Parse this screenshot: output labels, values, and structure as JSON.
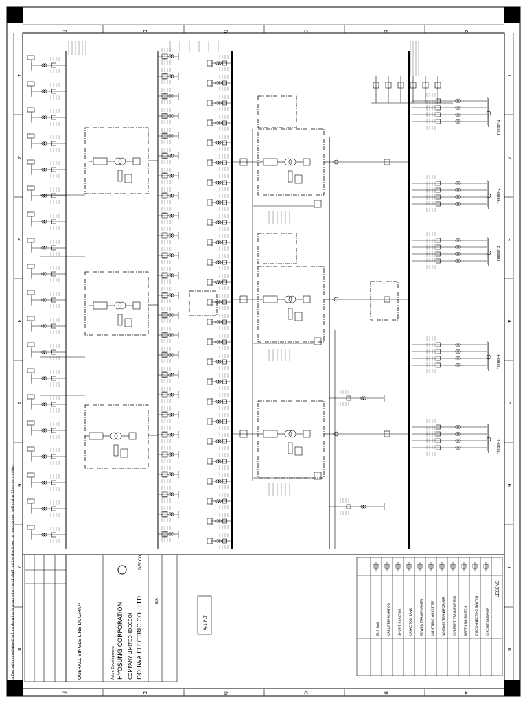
{
  "title_block": {
    "company_1": "DOHWA ELECTRIC CO., LTD",
    "company_2": "HYOSUNG CORPORATION",
    "company_3": "COMPANY LIMITED (DECCO)",
    "company_4": "Asian Development",
    "drawing_title": "OVERALL SINGLE LINE DIAGRAM",
    "scale": "N/A",
    "sheet_code": "A-1 PLT",
    "logo_text": "DECCO"
  },
  "frame": {
    "zones_top": [
      "F",
      "E",
      "D",
      "C",
      "B",
      "A"
    ],
    "zones_side": [
      "1",
      "2",
      "3",
      "4",
      "5",
      "6",
      "7",
      "8"
    ]
  },
  "legend": {
    "header": "LEGEND",
    "rows": [
      "CIRCUIT BREAKER",
      "DISCONNECTING SWITCH",
      "EARTHING SWITCH",
      "CURRENT TRANSFORMER",
      "VOLTAGE TRANSFORMER",
      "LIGHTNING ARRESTER",
      "POWER TRANSFORMER",
      "CAPACITOR BANK",
      "SHUNT REACTOR",
      "CABLE TERMINATION",
      "BUS BAR"
    ]
  },
  "side_note": "The information contained in this drawing is proprietary and shall not be disclosed or reproduced without written permission",
  "feeders": [
    "Feeder-1",
    "Feeder-2",
    "Feeder-3",
    "Feeder-4",
    "Feeder-5"
  ],
  "colors": {
    "ink": "#000000",
    "paper": "#ffffff"
  }
}
